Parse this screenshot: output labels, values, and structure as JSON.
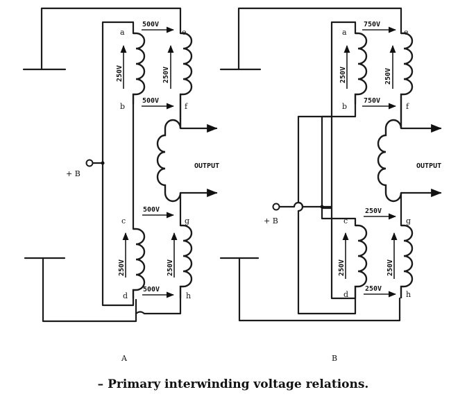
{
  "caption": "– Primary interwinding voltage relations.",
  "diagram_a": {
    "panel_label": "A",
    "terminals": [
      "a",
      "b",
      "c",
      "d",
      "e",
      "f",
      "g",
      "h"
    ],
    "supply_label": "+ B",
    "output_label": "OUTPUT",
    "voltages": {
      "top_ae": "500V",
      "top_bf": "500V",
      "coil_ab": "250V",
      "coil_ef": "250V",
      "bot_cg": "500V",
      "bot_dh": "500V",
      "coil_cd": "250V",
      "coil_gh": "250V"
    }
  },
  "diagram_b": {
    "panel_label": "B",
    "terminals": [
      "a",
      "b",
      "c",
      "d",
      "e",
      "f",
      "g",
      "h"
    ],
    "supply_label": "+ B",
    "output_label": "OUTPUT",
    "voltages": {
      "top_ae": "750V",
      "top_bf": "750V",
      "coil_ab": "250V",
      "coil_ef": "250V",
      "bot_cg": "250V",
      "bot_dh": "250V",
      "coil_cd": "250V",
      "coil_gh": "250V"
    }
  }
}
